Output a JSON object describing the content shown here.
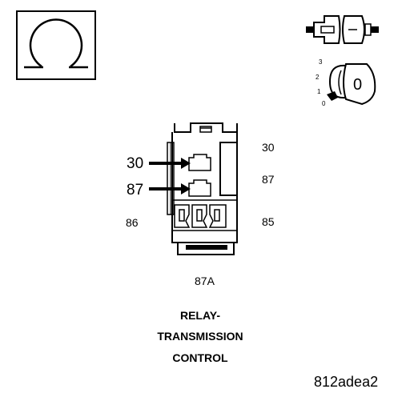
{
  "symbol": {
    "icon": "ohm-symbol-icon"
  },
  "icons": {
    "connector": "connector-plug-icon",
    "ignition": "ignition-key-icon"
  },
  "ignition": {
    "positions": [
      "3",
      "2",
      "1",
      "0"
    ],
    "key_label": "0"
  },
  "pins": {
    "left_30": "30",
    "left_87": "87",
    "left_86": "86",
    "right_30": "30",
    "right_87": "87",
    "right_85": "85",
    "bottom_87a": "87A"
  },
  "caption": {
    "line1": "RELAY-",
    "line2": "TRANSMISSION",
    "line3": "CONTROL"
  },
  "reference": "812adea2"
}
